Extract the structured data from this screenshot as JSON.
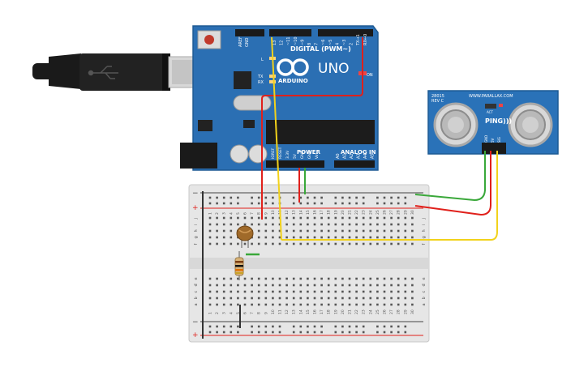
{
  "arduino": {
    "brand": "ARDUINO",
    "model": "UNO",
    "digital_label": "DIGITAL (PWM~)",
    "power_label": "POWER",
    "analog_label": "ANALOG IN",
    "on_label": "ON",
    "aref_label": "AREF",
    "gnd_label": "GND",
    "l_label": "L",
    "tx_label": "TX",
    "rx_label": "RX",
    "power_pins": [
      "IOREF",
      "RESET",
      "3.3V",
      "5V",
      "GND",
      "GND",
      "Vin"
    ],
    "analog_pins": [
      "A0",
      "A1",
      "A2",
      "A3",
      "A4",
      "A5"
    ],
    "digital_pins": [
      "13",
      "12",
      "~11",
      "~10",
      "~9",
      "8",
      "7",
      "~6",
      "~5",
      "4",
      "~3",
      "2",
      "TX→1",
      "RX←0"
    ]
  },
  "sensor": {
    "part_no": "28015",
    "rev": "REV C",
    "url": "WWW.PARALLAX.COM",
    "name": "PING)))",
    "act_label": "ACT",
    "pins": [
      "GND",
      "5V",
      "SIG"
    ]
  },
  "breadboard": {
    "columns": [
      "1",
      "2",
      "3",
      "4",
      "5",
      "6",
      "7",
      "8",
      "9",
      "10",
      "11",
      "12",
      "13",
      "14",
      "15",
      "16",
      "17",
      "18",
      "19",
      "20",
      "21",
      "22",
      "23",
      "24",
      "25",
      "26",
      "27",
      "28",
      "29",
      "30"
    ],
    "rows_top": [
      "j",
      "i",
      "h",
      "g",
      "f"
    ],
    "rows_bottom": [
      "e",
      "d",
      "c",
      "b",
      "a"
    ],
    "plus": "+",
    "minus": "−"
  },
  "colors": {
    "board": "#2b6fb3",
    "board_edge": "#1e5a93",
    "sensor": "#2a72b8",
    "wire_red": "#e0201b",
    "wire_green": "#3aa83a",
    "wire_yellow": "#f2d21b",
    "wire_black": "#333333"
  }
}
